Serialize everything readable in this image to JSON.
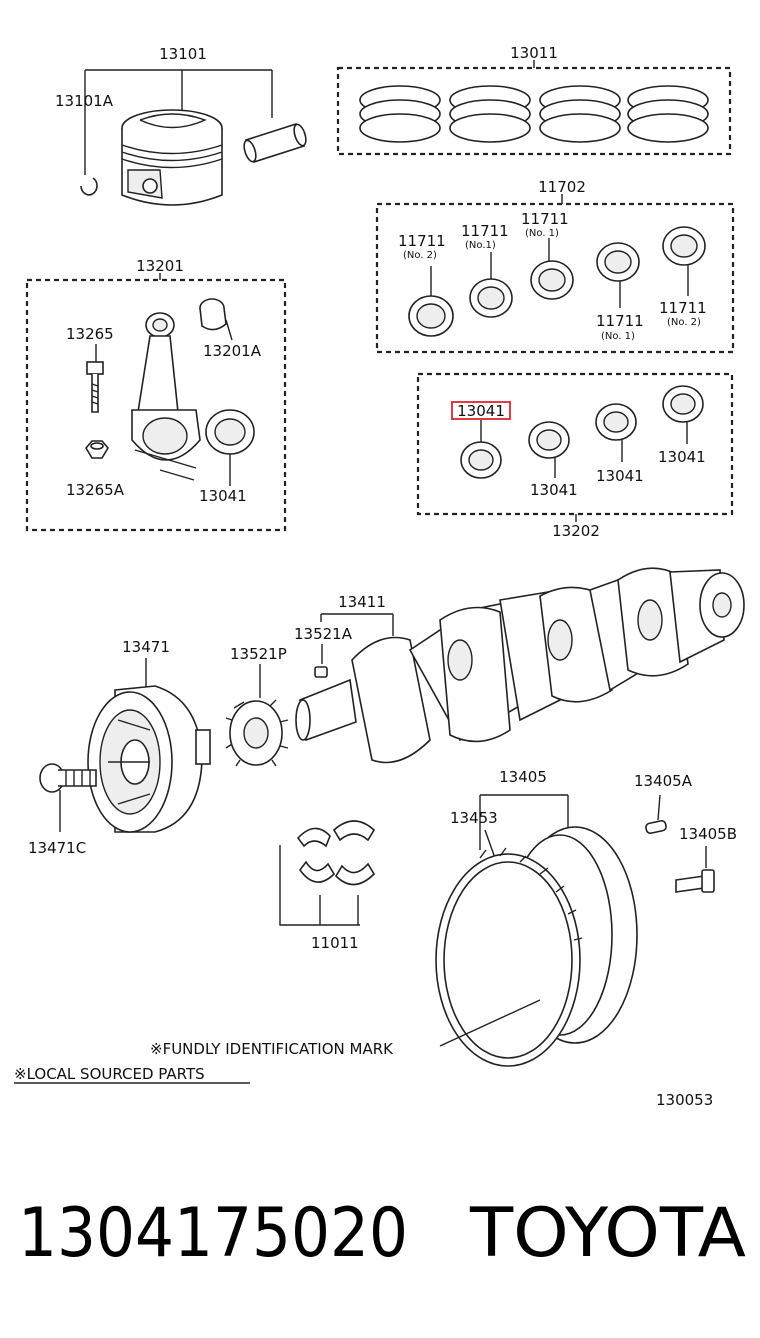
{
  "labels": {
    "piston_assy": "13101",
    "snap_ring": "13101A",
    "piston_ring_set": "13011",
    "main_bearing_set": "11702",
    "bearing_no2_a": "11711",
    "bearing_no2_a_sub": "(No. 2)",
    "bearing_no1_a": "11711",
    "bearing_no1_a_sub": "(No.1)",
    "bearing_no1_b": "11711",
    "bearing_no1_b_sub": "(No. 1)",
    "bearing_no1_c": "11711",
    "bearing_no1_c_sub": "(No. 1)",
    "bearing_no2_b": "11711",
    "bearing_no2_b_sub": "(No. 2)",
    "conrod_assy": "13201",
    "conrod_bolt": "13265",
    "conrod_bushing": "13201A",
    "conrod_nut": "13265A",
    "conrod_bearing_left": "13041",
    "conrod_bearing_set": "13202",
    "conrod_bearing_highlight": "13041",
    "conrod_bearing_a": "13041",
    "conrod_bearing_b": "13041",
    "conrod_bearing_c": "13041",
    "crankshaft_assy": "13411",
    "key": "13521A",
    "timing_pulley": "13521P",
    "crank_pulley": "13471",
    "pulley_bolt": "13471C",
    "thrust_washer": "11011",
    "flywheel_assy": "13405",
    "ring_gear": "13453",
    "dowel_pin": "13405A",
    "flywheel_bolt": "13405B",
    "identification_note": "※FUNDLY IDENTIFICATION MARK",
    "local_note": "※LOCAL SOURCED PARTS",
    "figure_number": "130053"
  },
  "footer": {
    "part_number": "1304175020",
    "brand": "TOYOTA"
  },
  "colors": {
    "line": "#222222",
    "highlight": "#e0262b",
    "background": "#ffffff"
  }
}
